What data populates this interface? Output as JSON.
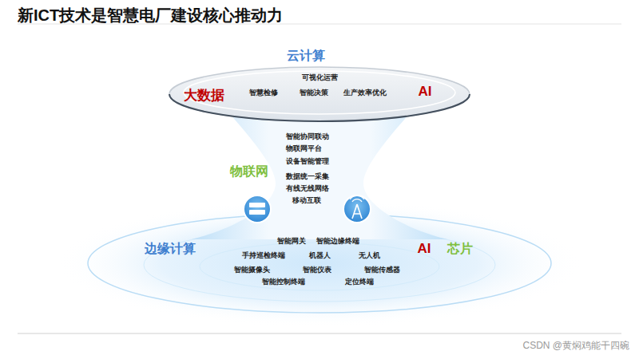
{
  "diagram": {
    "title": "新ICT技术是智慧电厂建设核心推动力",
    "nodes": [
      {
        "text": [
          "云计算",
          "大数据",
          "AI",
          "可视化运营",
          "智慧检修",
          "智能决策",
          "生产效率优化"
        ]
      },
      {
        "text": [
          "物联网",
          "智能协同联动",
          "物联网平台",
          "设备智能管理",
          "数据统一采集",
          "有线无线网络",
          "移动互联"
        ]
      },
      {
        "text": [
          "边缘计算",
          "AI",
          "芯片",
          "智能网关",
          "智能边缘终端",
          "手持巡检终端",
          "机器人",
          "无人机",
          "智能摄像头",
          "智能仪表",
          "智能传感器",
          "智能控制终端",
          "定位终端"
        ]
      }
    ],
    "labels": [
      "CSDN @黄焖鸡能干四碗"
    ]
  }
}
